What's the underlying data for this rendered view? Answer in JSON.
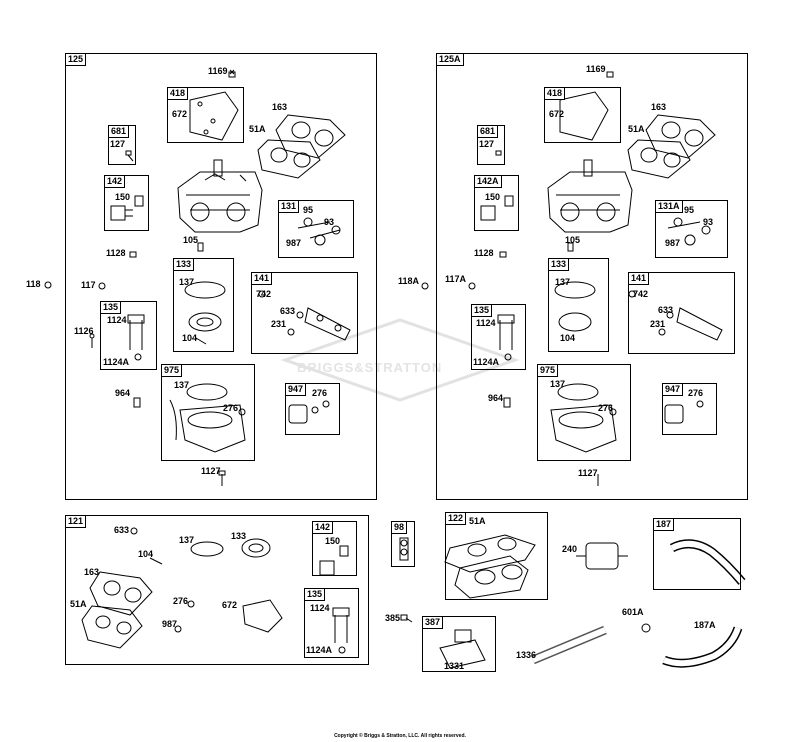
{
  "watermark": "BRIGGS&STRATTON",
  "copyright": "Copyright © Briggs & Stratton, LLC. All rights reserved.",
  "labels": {
    "p118": "118",
    "p117": "117",
    "p1126": "1126",
    "p1128": "1128",
    "p964": "964",
    "p1169": "1169",
    "p163": "163",
    "p51A": "51A",
    "p105": "105",
    "p1127": "1127",
    "r672": "672",
    "r127": "127",
    "r150": "150",
    "r95": "95",
    "r93": "93",
    "r987": "987",
    "r137": "137",
    "r104": "104",
    "r742": "742",
    "r633": "633",
    "r231": "231",
    "r1124": "1124",
    "r1124A": "1124A",
    "r137b": "137",
    "r276": "276",
    "r276b": "276",
    "q118A": "118A",
    "q117A": "117A",
    "q1128": "1128",
    "q964": "964",
    "q1169": "1169",
    "q163": "163",
    "q51A": "51A",
    "q105": "105",
    "q1127": "1127",
    "s672": "672",
    "s127": "127",
    "s150": "150",
    "s95": "95",
    "s93": "93",
    "s987": "987",
    "s137": "137",
    "s104": "104",
    "s742": "742",
    "s633": "633",
    "s231": "231",
    "s1124": "1124",
    "s1124A": "1124A",
    "s137b": "137",
    "s276": "276",
    "s276b": "276",
    "k633": "633",
    "k104": "104",
    "k137": "137",
    "k133": "133",
    "k163": "163",
    "k51A": "51A",
    "k276": "276",
    "k987": "987",
    "k672": "672",
    "k150": "150",
    "k1124": "1124",
    "k1124A": "1124A",
    "g51A": "51A",
    "g240": "240",
    "g385": "385",
    "g1331": "1331",
    "g1336": "1336",
    "g601A": "601A",
    "g187A": "187A"
  },
  "boxes": {
    "b125": "125",
    "b125A": "125A",
    "b418": "418",
    "b418b": "418",
    "b681": "681",
    "b681b": "681",
    "b142": "142",
    "b142A": "142A",
    "b131": "131",
    "b131A": "131A",
    "b133": "133",
    "b133b": "133",
    "b141": "141",
    "b141b": "141",
    "b135": "135",
    "b135b": "135",
    "b975": "975",
    "b975b": "975",
    "b947": "947",
    "b947b": "947",
    "b121": "121",
    "b142c": "142",
    "b135c": "135",
    "b98": "98",
    "b122": "122",
    "b387": "387",
    "b187": "187"
  }
}
